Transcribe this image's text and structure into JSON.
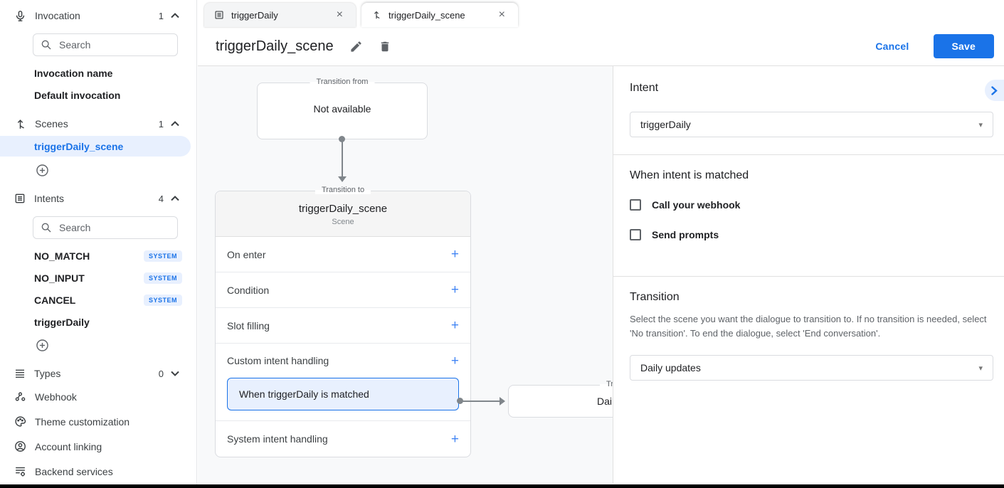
{
  "colors": {
    "accent": "#1a73e8",
    "accent_light": "#e8f0fe"
  },
  "icons": {
    "plus": "+",
    "close": "×",
    "caret": "▾"
  },
  "sidebar": {
    "invocation": {
      "label": "Invocation",
      "count": "1",
      "search_placeholder": "Search",
      "items": [
        {
          "label": "Invocation name"
        },
        {
          "label": "Default invocation"
        }
      ]
    },
    "scenes": {
      "label": "Scenes",
      "count": "1",
      "items": [
        {
          "label": "triggerDaily_scene",
          "selected": true
        }
      ]
    },
    "intents": {
      "label": "Intents",
      "count": "4",
      "search_placeholder": "Search",
      "items": [
        {
          "label": "NO_MATCH",
          "badge": "SYSTEM"
        },
        {
          "label": "NO_INPUT",
          "badge": "SYSTEM"
        },
        {
          "label": "CANCEL",
          "badge": "SYSTEM"
        },
        {
          "label": "triggerDaily",
          "badge": ""
        }
      ]
    },
    "types": {
      "label": "Types",
      "count": "0"
    },
    "links": [
      {
        "label": "Webhook"
      },
      {
        "label": "Theme customization"
      },
      {
        "label": "Account linking"
      },
      {
        "label": "Backend services"
      }
    ]
  },
  "tabs": [
    {
      "label": "triggerDaily",
      "active": false
    },
    {
      "label": "triggerDaily_scene",
      "active": true
    }
  ],
  "header": {
    "title": "triggerDaily_scene",
    "cancel_label": "Cancel",
    "save_label": "Save"
  },
  "canvas": {
    "transition_from": {
      "legend": "Transition from",
      "content": "Not available"
    },
    "transition_to": {
      "legend": "Transition to",
      "title": "triggerDaily_scene",
      "subtitle": "Scene",
      "rows": [
        {
          "label": "On enter"
        },
        {
          "label": "Condition"
        },
        {
          "label": "Slot filling"
        },
        {
          "label": "Custom intent handling",
          "card": "When triggerDaily is matched"
        },
        {
          "label": "System intent handling"
        }
      ]
    },
    "partial_box": {
      "legend_fragment": "Tr",
      "content_fragment": "Dail"
    }
  },
  "panel": {
    "intent": {
      "heading": "Intent",
      "value": "triggerDaily"
    },
    "matched": {
      "heading": "When intent is matched",
      "checkboxes": [
        {
          "label": "Call your webhook",
          "checked": false
        },
        {
          "label": "Send prompts",
          "checked": false
        }
      ]
    },
    "transition": {
      "heading": "Transition",
      "description": "Select the scene you want the dialogue to transition to. If no transition is needed, select 'No transition'. To end the dialogue, select 'End conversation'.",
      "value": "Daily updates"
    }
  }
}
